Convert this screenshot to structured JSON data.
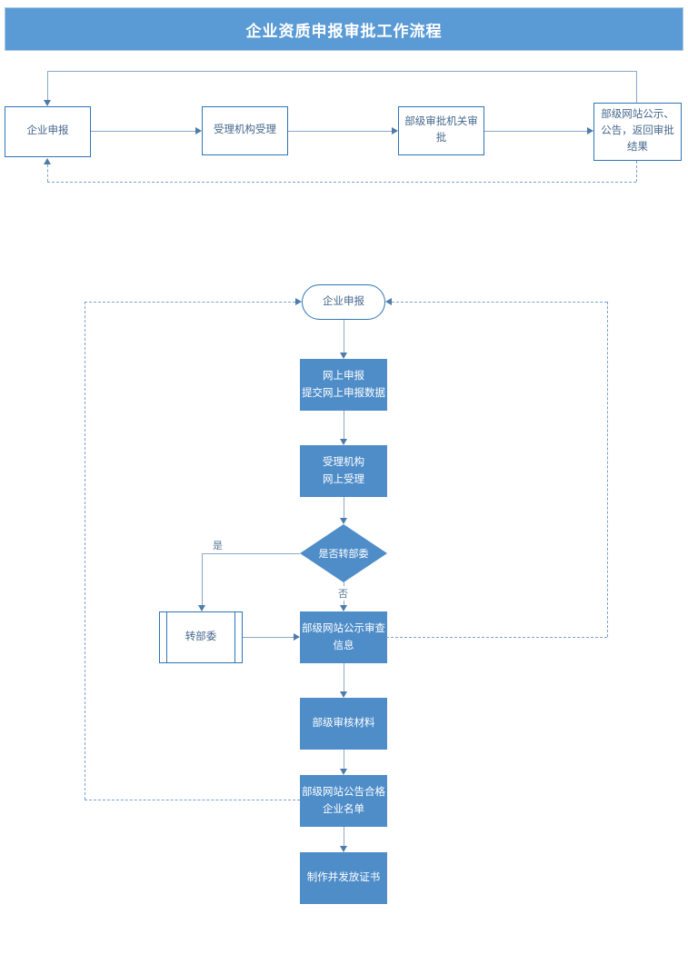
{
  "page": {
    "title": "企业资质申报审批工作流程"
  },
  "colors": {
    "banner_fill": "#5b9bd5",
    "node_fill": "#4f8dc9",
    "node_border": "#2e75b6",
    "connector": "#8ba7c6",
    "arrowhead": "#4e7ca8",
    "dashed_connector": "#7ba2cc",
    "text_on_blue": "#ffffff",
    "text_on_white": "#44678c"
  },
  "top_flow": {
    "nodes": [
      {
        "label": "企业申报"
      },
      {
        "label": "受理机构受理"
      },
      {
        "label": "部级审批机关审批"
      },
      {
        "label": "部级网站公示、公告，返回审批结果"
      }
    ]
  },
  "detail_flow": {
    "start_label": "企业申报",
    "steps": [
      {
        "label": "网上申报\n提交网上申报数据"
      },
      {
        "label": "受理机构\n网上受理"
      },
      {
        "label": "部级网站公示审查\n信息"
      },
      {
        "label": "部级审核材料"
      },
      {
        "label": "部级网站公告合格\n企业名单"
      },
      {
        "label": "制作并发放证书"
      }
    ],
    "decision": {
      "label": "是否转部委",
      "yes_label": "是",
      "no_label": "否"
    },
    "subprocess_label": "转部委"
  }
}
